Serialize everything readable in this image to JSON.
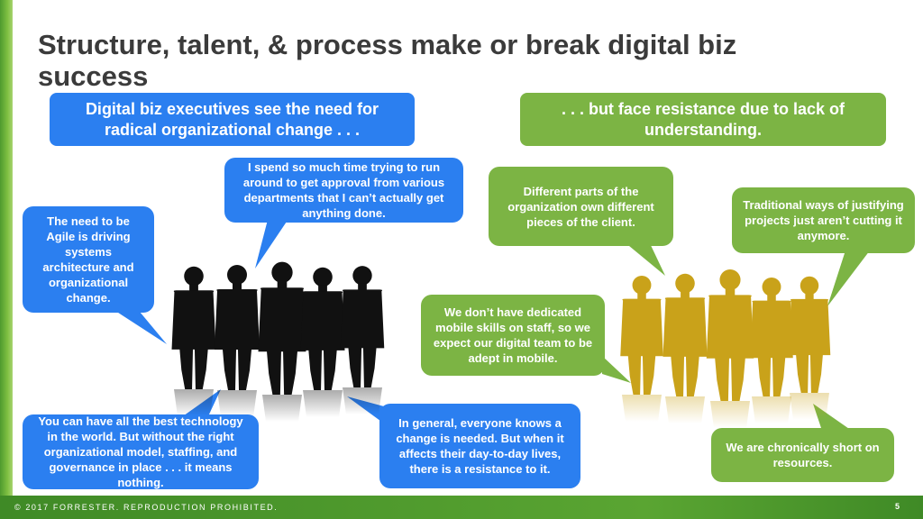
{
  "slide": {
    "title": "Structure, talent, & process make or break digital biz success",
    "footer_text": "© 2017 FORRESTER. REPRODUCTION PROHIBITED.",
    "page_number": "5"
  },
  "banners": {
    "left": "Digital biz executives see the need for radical organizational change . . .",
    "right": ". . . but face resistance due to lack of understanding."
  },
  "quotes": {
    "agile": "The need to be Agile is driving systems architecture and organizational change.",
    "approval": "I spend so much time trying to run around to get approval from various departments that I can’t actually get anything done.",
    "best_tech": "You can have all the best technology in the world. But without the right organizational model, staffing, and governance in place . . . it means nothing.",
    "in_general": "In general, everyone knows a change is needed. But when it affects their day-to-day lives, there is a resistance to it.",
    "different_parts": "Different parts of the organization own different pieces of the client.",
    "traditional": "Traditional ways of justifying projects just aren’t cutting it anymore.",
    "mobile": "We don’t have dedicated mobile skills on staff, so we expect our digital team to be adept in mobile.",
    "short": "We are chronically short on resources."
  },
  "colors": {
    "blue": "#2b7ff0",
    "green": "#7cb444",
    "gold": "#c9a21a",
    "silhouette": "#111111"
  }
}
